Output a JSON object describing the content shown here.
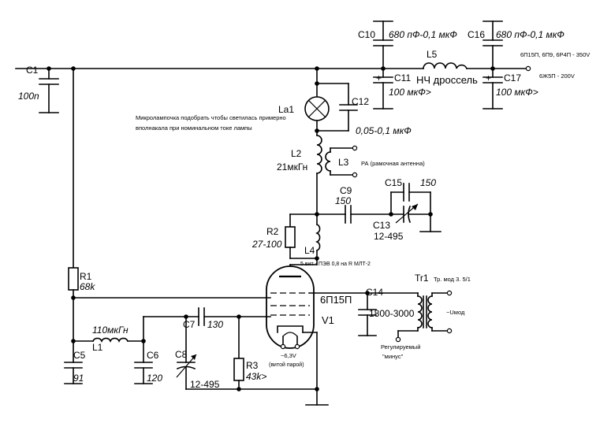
{
  "labels": {
    "c1": "C1",
    "c1_val": "100n",
    "c10": "C10",
    "c10_val": "680 пФ-0,1 мкФ",
    "c16": "C16",
    "c16_val": "680 пФ-0,1 мкФ",
    "c11": "C11",
    "c11_val": "100 мкФ>",
    "c17": "C17",
    "c17_val": "100 мкФ>",
    "l5": "L5",
    "l5_val": "НЧ дроссель",
    "supply1": "6П15П, 6П9, 6Р4П - 350V",
    "supply2": "6Ж5П - 200V",
    "la1": "La1",
    "la1_note1": "Микролампочка подобрать чтобы светилась примерно",
    "la1_note2": "вполнакала при номинальном токе лампы",
    "c12": "C12",
    "c12_val": "0,05-0,1 мкФ",
    "l2": "L2",
    "l2_val": "21мкГн",
    "l3": "L3",
    "l3_note": "РА (рамочная антенна)",
    "c9": "C9",
    "c9_val": "150",
    "c15": "C15",
    "c15_val": "150",
    "c13": "C13",
    "c13_val": "12-495",
    "r2": "R2",
    "r2_val": "27-100",
    "l4": "L4",
    "l4_note": "5 вит - ПЭВ 0,8 на R МЛТ-2",
    "r1": "R1",
    "r1_val": "68k",
    "tube_type": "6П15П",
    "v1": "V1",
    "c14": "C14",
    "c14_val": "1800-3000",
    "tr1": "Tr1",
    "tr1_note": "Тр. мод 3. 5/1",
    "umod": "~Uмод",
    "minus1": "Регулируемый",
    "minus2": "\"минус\"",
    "heater1": "~6,3V",
    "heater2": "(витой парой)",
    "l1": "L1",
    "l1_val": "110мкГн",
    "c7": "C7",
    "c7_val": "130",
    "c5": "C5",
    "c5_val": "91",
    "c6": "C6",
    "c6_val": "120",
    "c8": "C8",
    "c8_val": "12-495",
    "r3": "R3",
    "r3_val": "43k>"
  }
}
